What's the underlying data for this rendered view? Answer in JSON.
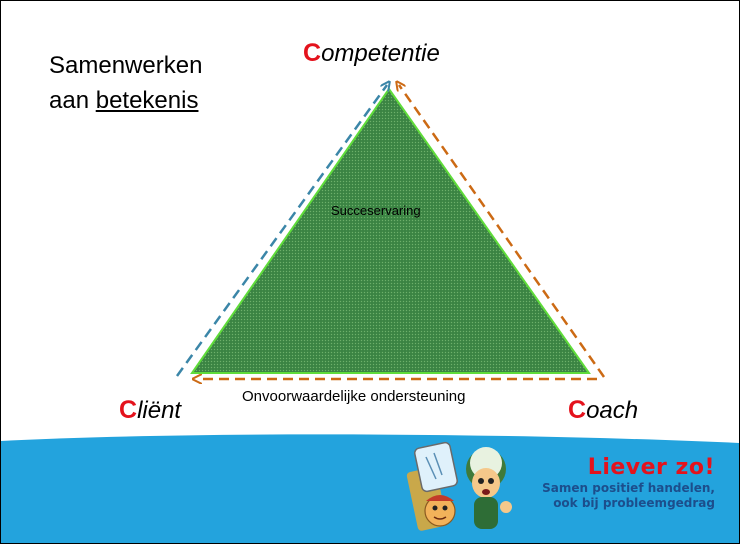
{
  "title": {
    "line1": "Samenwerken",
    "line2_prefix": "aan ",
    "line2_underlined": "betekenis"
  },
  "corners": {
    "top": {
      "cap": "C",
      "rest": "ompetentie"
    },
    "left": {
      "cap": "C",
      "rest": "liënt"
    },
    "right": {
      "cap": "C",
      "rest": "oach"
    }
  },
  "labels": {
    "center": "Succeservaring",
    "bottom": "Onvoorwaardelijke ondersteuning"
  },
  "brand": {
    "name": "Liever zo!",
    "tagline1": "Samen positief handelen,",
    "tagline2": "ook bij probleemgedrag"
  },
  "colors": {
    "accent_red": "#e4121c",
    "triangle_fill": "#3f8a47",
    "triangle_outline": "#5fdc3a",
    "arrow_left": "#3b86a8",
    "arrow_right": "#cc6a14",
    "footer_blue": "#23a3dd",
    "brand_blue": "#1c4e8c"
  },
  "icons": {
    "illustration": "mascot-characters"
  }
}
